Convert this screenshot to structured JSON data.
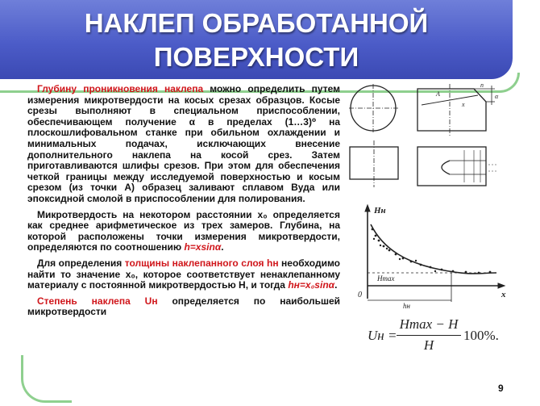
{
  "title": {
    "line1": "НАКЛЕП ОБРАБОТАННОЙ",
    "line2": "ПОВЕРХНОСТИ"
  },
  "body": {
    "p1_red": "Глубину проникновения наклепа",
    "p1_text": " можно определить путем измерения микротвердости на косых срезах образцов. Косые срезы выполняют в специальном приспособлении, обеспечивающем получение α в пределах (1…3)⁰ на плоскошлифовальном станке при обильном охлаждении и минимальных подачах, исключающих внесение дополнительного наклепа на косой срез. Затем приготавливаются шлифы срезов. При этом для обеспечения четкой границы между исследуемой поверхностью и косым срезом (из точки A) образец заливают сплавом Вуда или эпоксидной смолой в приспособлении для полирования.",
    "p2_text": "Микротвердость на некотором расстоянии x₀ определяется как среднее арифметическое из трех замеров. Глубина, на которой расположены точки измерения микротвердости, определяются по соотношению ",
    "p2_formula": "h=xsinα",
    "p2_end": ".",
    "p3_lead": "Для определения ",
    "p3_red": "толщины наклепанного слоя hн",
    "p3_text": " необходимо найти то значение x₀, которое соответствует ненаклепанному материалу с постоянной микротвердостью H, и тогда ",
    "p3_formula": "hн=x₀sinα",
    "p3_end": ".",
    "p4_red": "Степень наклепа Uн",
    "p4_text": " определяется по наибольшей микротвердости"
  },
  "figure_labels": {
    "A": "A",
    "h": "h",
    "x": "x",
    "alpha": "α",
    "hn_ax": "Hн",
    "hmax": "Hmax",
    "x_ax": "x",
    "zero": "0",
    "hh": "hн"
  },
  "formula": {
    "lhs": "Uн =",
    "numerator": "Hmax − H",
    "denominator": "H",
    "suffix": "100%."
  },
  "page_number": "9",
  "colors": {
    "banner": "#4c5cc8",
    "frame": "#8fd08f",
    "accent_red": "#d0161b"
  }
}
